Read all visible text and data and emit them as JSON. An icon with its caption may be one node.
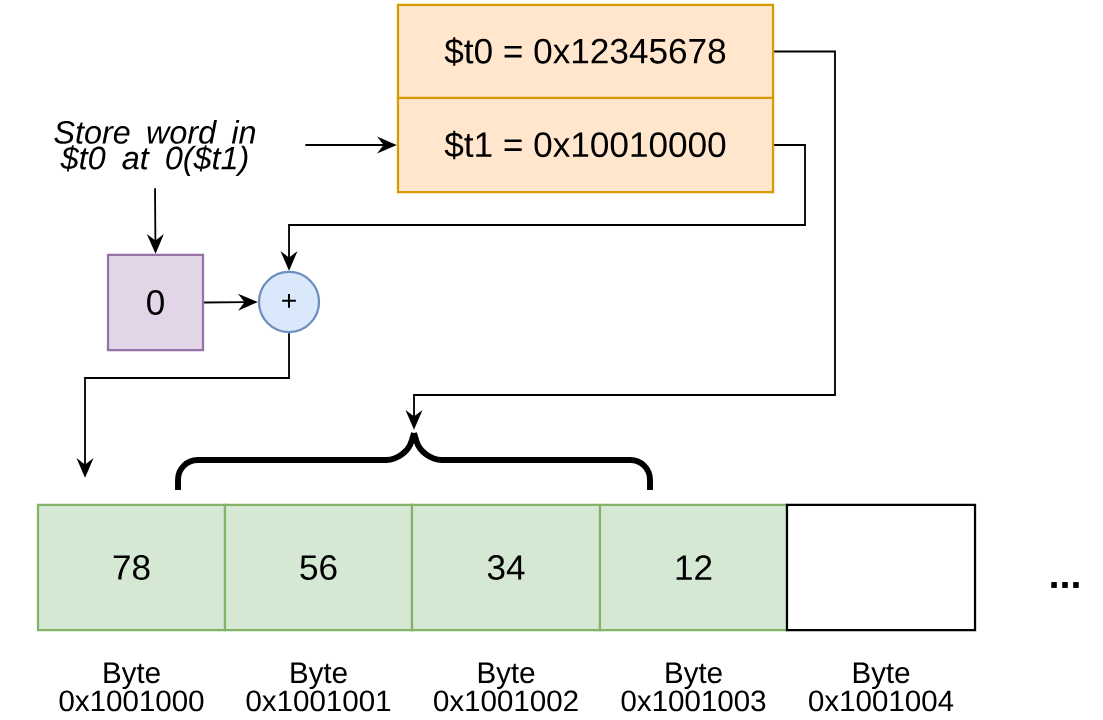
{
  "diagram": {
    "nodes": [
      {
        "text": [
          "$t0 = 0x12345678"
        ]
      },
      {
        "text": [
          "$t1 = 0x10010000"
        ]
      },
      {
        "text": [
          "Store word in $t0 at 0($t1)"
        ]
      },
      {
        "text": [
          "0"
        ]
      },
      {
        "text": [
          "+"
        ]
      },
      {
        "text": [],
        "shape": "brace"
      },
      {
        "text": [
          "78"
        ],
        "beside": [
          "Byte 0x1001000"
        ]
      },
      {
        "text": [
          "56"
        ],
        "beside": [
          "Byte 0x1001001"
        ]
      },
      {
        "text": [
          "34"
        ],
        "beside": [
          "Byte 0x1001002"
        ]
      },
      {
        "text": [
          "12"
        ],
        "beside": [
          "Byte 0x1001003"
        ]
      },
      {
        "text": [],
        "shape": "box",
        "beside": [
          "Byte 0x1001004"
        ]
      }
    ],
    "edges": [
      {
        "from": 2,
        "to": 1,
        "arrow": "to"
      },
      {
        "from": 2,
        "to": 3,
        "arrow": "to"
      },
      {
        "from": 1,
        "to": 4,
        "arrow": "to"
      },
      {
        "from": 3,
        "to": 4,
        "arrow": "to"
      },
      {
        "from": 4,
        "to": 6,
        "arrow": "to"
      },
      {
        "from": 0,
        "to": 5,
        "arrow": "to"
      }
    ],
    "labels": [
      "..."
    ]
  }
}
